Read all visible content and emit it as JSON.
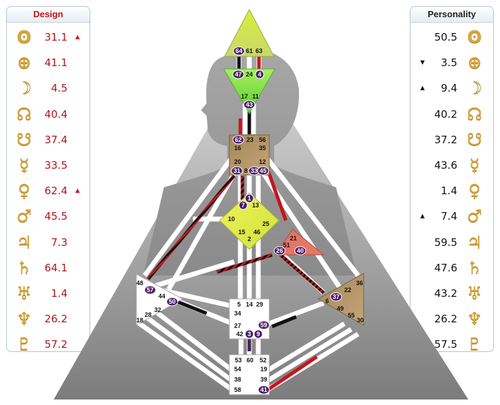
{
  "design": {
    "title": "Design",
    "rows": [
      {
        "planet": "sun-icon",
        "glyph": "ʘ",
        "value": "31.1",
        "arrow": "▲"
      },
      {
        "planet": "earth-icon",
        "glyph": "⊕",
        "value": "41.1",
        "arrow": ""
      },
      {
        "planet": "moon-icon",
        "glyph": "☽",
        "value": "4.5",
        "arrow": ""
      },
      {
        "planet": "north-node-icon",
        "glyph": "☊",
        "value": "40.4",
        "arrow": ""
      },
      {
        "planet": "south-node-icon",
        "glyph": "☋",
        "value": "37.4",
        "arrow": ""
      },
      {
        "planet": "mercury-icon",
        "glyph": "☿",
        "value": "33.5",
        "arrow": ""
      },
      {
        "planet": "venus-icon",
        "glyph": "♀",
        "value": "62.4",
        "arrow": "▲"
      },
      {
        "planet": "mars-icon",
        "glyph": "♂",
        "value": "45.5",
        "arrow": ""
      },
      {
        "planet": "jupiter-icon",
        "glyph": "♃",
        "value": "7.3",
        "arrow": ""
      },
      {
        "planet": "saturn-icon",
        "glyph": "♄",
        "value": "64.1",
        "arrow": ""
      },
      {
        "planet": "uranus-icon",
        "glyph": "♅",
        "value": "1.4",
        "arrow": ""
      },
      {
        "planet": "neptune-icon",
        "glyph": "♆",
        "value": "26.2",
        "arrow": ""
      },
      {
        "planet": "pluto-icon",
        "glyph": "♇",
        "value": "57.2",
        "arrow": ""
      }
    ]
  },
  "personality": {
    "title": "Personality",
    "rows": [
      {
        "planet": "sun-icon",
        "glyph": "ʘ",
        "value": "50.5",
        "arrow": ""
      },
      {
        "planet": "earth-icon",
        "glyph": "⊕",
        "value": "3.5",
        "arrow": "▼"
      },
      {
        "planet": "moon-icon",
        "glyph": "☽",
        "value": "9.4",
        "arrow": "▲"
      },
      {
        "planet": "north-node-icon",
        "glyph": "☊",
        "value": "40.2",
        "arrow": ""
      },
      {
        "planet": "south-node-icon",
        "glyph": "☋",
        "value": "37.2",
        "arrow": ""
      },
      {
        "planet": "mercury-icon",
        "glyph": "☿",
        "value": "43.6",
        "arrow": ""
      },
      {
        "planet": "venus-icon",
        "glyph": "♀",
        "value": "1.4",
        "arrow": ""
      },
      {
        "planet": "mars-icon",
        "glyph": "♂",
        "value": "7.4",
        "arrow": "▲"
      },
      {
        "planet": "jupiter-icon",
        "glyph": "♃",
        "value": "59.5",
        "arrow": ""
      },
      {
        "planet": "saturn-icon",
        "glyph": "♄",
        "value": "47.6",
        "arrow": ""
      },
      {
        "planet": "uranus-icon",
        "glyph": "♅",
        "value": "43.2",
        "arrow": ""
      },
      {
        "planet": "neptune-icon",
        "glyph": "♆",
        "value": "26.2",
        "arrow": ""
      },
      {
        "planet": "pluto-icon",
        "glyph": "♇",
        "value": "57.5",
        "arrow": "▲"
      }
    ]
  },
  "gates": {
    "head": [
      "64",
      "61",
      "63"
    ],
    "ajna": [
      "47",
      "24",
      "4",
      "17",
      "11",
      "43"
    ],
    "throat": [
      "62",
      "23",
      "56",
      "16",
      "35",
      "20",
      "12",
      "31",
      "8",
      "33",
      "45"
    ],
    "g_center": [
      "1",
      "7",
      "13",
      "10",
      "25",
      "15",
      "46",
      "2"
    ],
    "heart": [
      "21",
      "51",
      "26",
      "40"
    ],
    "spleen": [
      "48",
      "57",
      "44",
      "50",
      "32",
      "28",
      "18"
    ],
    "sacral": [
      "5",
      "14",
      "29",
      "34",
      "27",
      "59",
      "42",
      "3",
      "9"
    ],
    "solar_plexus": [
      "36",
      "22",
      "37",
      "6",
      "49",
      "55",
      "30"
    ],
    "root": [
      "53",
      "60",
      "52",
      "54",
      "19",
      "38",
      "39",
      "58",
      "41"
    ],
    "activated": [
      "64",
      "47",
      "4",
      "43",
      "62",
      "31",
      "33",
      "45",
      "1",
      "7",
      "26",
      "40",
      "57",
      "50",
      "59",
      "3",
      "9",
      "37",
      "41"
    ]
  },
  "colors": {
    "design_red": "#c8141c",
    "head": "#d8e84c",
    "ajna": "#8ee040",
    "throat": "#a88a5a",
    "g_center": "#e0ec48",
    "heart": "#e07060",
    "spleen": "#ffffff",
    "sacral": "#ffffff",
    "solar_plexus": "#a88a5a",
    "root": "#ffffff",
    "activation": "#4a1e6a",
    "silhouette": "#8e8e8e"
  }
}
